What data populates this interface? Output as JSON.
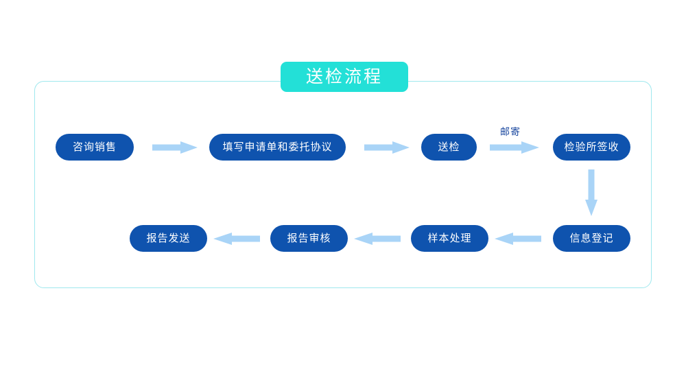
{
  "diagram": {
    "title": "送检流程",
    "colors": {
      "title_badge_bg": "#23E0D7",
      "title_text": "#FFFFFF",
      "frame_border": "#9FE8EE",
      "node_bg": "#0F53AE",
      "node_text": "#FFFFFF",
      "arrow": "#A9D4F7",
      "edge_label_text": "#17459E",
      "page_bg": "#FFFFFF"
    },
    "nodes": [
      {
        "id": "n1",
        "label": "咨询销售",
        "row": "top",
        "order": 1
      },
      {
        "id": "n2",
        "label": "填写申请单和委托协议",
        "row": "top",
        "order": 2
      },
      {
        "id": "n3",
        "label": "送检",
        "row": "top",
        "order": 3
      },
      {
        "id": "n4",
        "label": "检验所签收",
        "row": "top",
        "order": 4
      },
      {
        "id": "n5",
        "label": "信息登记",
        "row": "bottom",
        "order": 5
      },
      {
        "id": "n6",
        "label": "样本处理",
        "row": "bottom",
        "order": 6
      },
      {
        "id": "n7",
        "label": "报告审核",
        "row": "bottom",
        "order": 7
      },
      {
        "id": "n8",
        "label": "报告发送",
        "row": "bottom",
        "order": 8
      }
    ],
    "edges": [
      {
        "from": "n1",
        "to": "n2",
        "direction": "right",
        "label": ""
      },
      {
        "from": "n2",
        "to": "n3",
        "direction": "right",
        "label": ""
      },
      {
        "from": "n3",
        "to": "n4",
        "direction": "right",
        "label": "邮寄"
      },
      {
        "from": "n4",
        "to": "n5",
        "direction": "down",
        "label": ""
      },
      {
        "from": "n5",
        "to": "n6",
        "direction": "left",
        "label": ""
      },
      {
        "from": "n6",
        "to": "n7",
        "direction": "left",
        "label": ""
      },
      {
        "from": "n7",
        "to": "n8",
        "direction": "left",
        "label": ""
      }
    ]
  }
}
